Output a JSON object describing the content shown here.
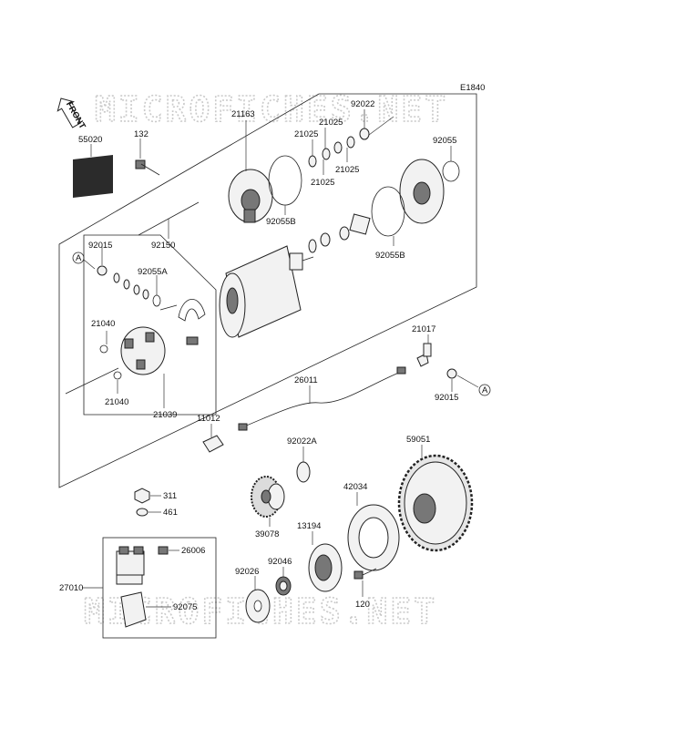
{
  "diagram_code": "E1840",
  "front_label": "FRONT",
  "watermarks": [
    "MICROFICHES.NET",
    "MICROFICHES.NET"
  ],
  "ref_marker": "A",
  "parts": {
    "p21163": "21163",
    "p55020": "55020",
    "p132": "132",
    "p92022": "92022",
    "p21025a": "21025",
    "p21025b": "21025",
    "p21025c": "21025",
    "p21025d": "21025",
    "p92055": "92055",
    "p92055b_left": "92055B",
    "p92055b_right": "92055B",
    "p92150": "92150",
    "p92015_top": "92015",
    "p92055a": "92055A",
    "p21040_top": "21040",
    "p21040_bot": "21040",
    "p21039": "21039",
    "p21017": "21017",
    "p26011": "26011",
    "p92015_right": "92015",
    "p11012": "11012",
    "p92022a": "92022A",
    "p59051": "59051",
    "p42034": "42034",
    "p311": "311",
    "p461": "461",
    "p39078": "39078",
    "p13194": "13194",
    "p26006": "26006",
    "p27010": "27010",
    "p92046": "92046",
    "p92026": "92026",
    "p92075": "92075",
    "p120": "120"
  }
}
